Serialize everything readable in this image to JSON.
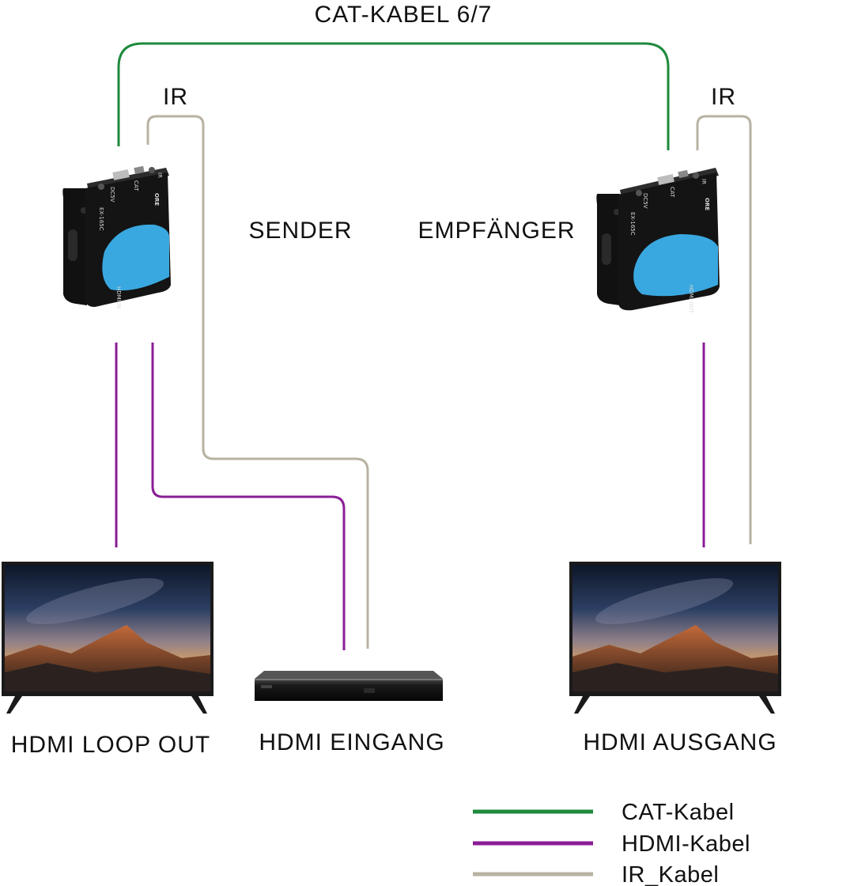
{
  "labels": {
    "cat_title": "CAT-KABEL 6/7",
    "ir_left": "IR",
    "ir_right": "IR",
    "sender": "SENDER",
    "receiver": "EMPFÄNGER",
    "hdmi_loop_out": "HDMI LOOP OUT",
    "hdmi_input": "HDMI EINGANG",
    "hdmi_output": "HDMI AUSGANG"
  },
  "device": {
    "brand": "ORE",
    "sender_model": "EX-165C",
    "receiver_model": "EX-165C",
    "port_dc": "DC5V",
    "port_cat": "CAT",
    "port_ir": "IR",
    "port_hdmi_in": "HDMI IN",
    "port_hdmi_out": "HDMI OUT"
  },
  "legend": [
    {
      "label": "CAT-Kabel",
      "color": "#1e8a3c"
    },
    {
      "label": "HDMI-Kabel",
      "color": "#8a1e96"
    },
    {
      "label": "IR_Kabel",
      "color": "#b8b2a2"
    }
  ],
  "colors": {
    "cat": "#1e8a3c",
    "hdmi": "#8a1e96",
    "ir": "#b8b2a2",
    "device_accent": "#3aa8e0"
  }
}
